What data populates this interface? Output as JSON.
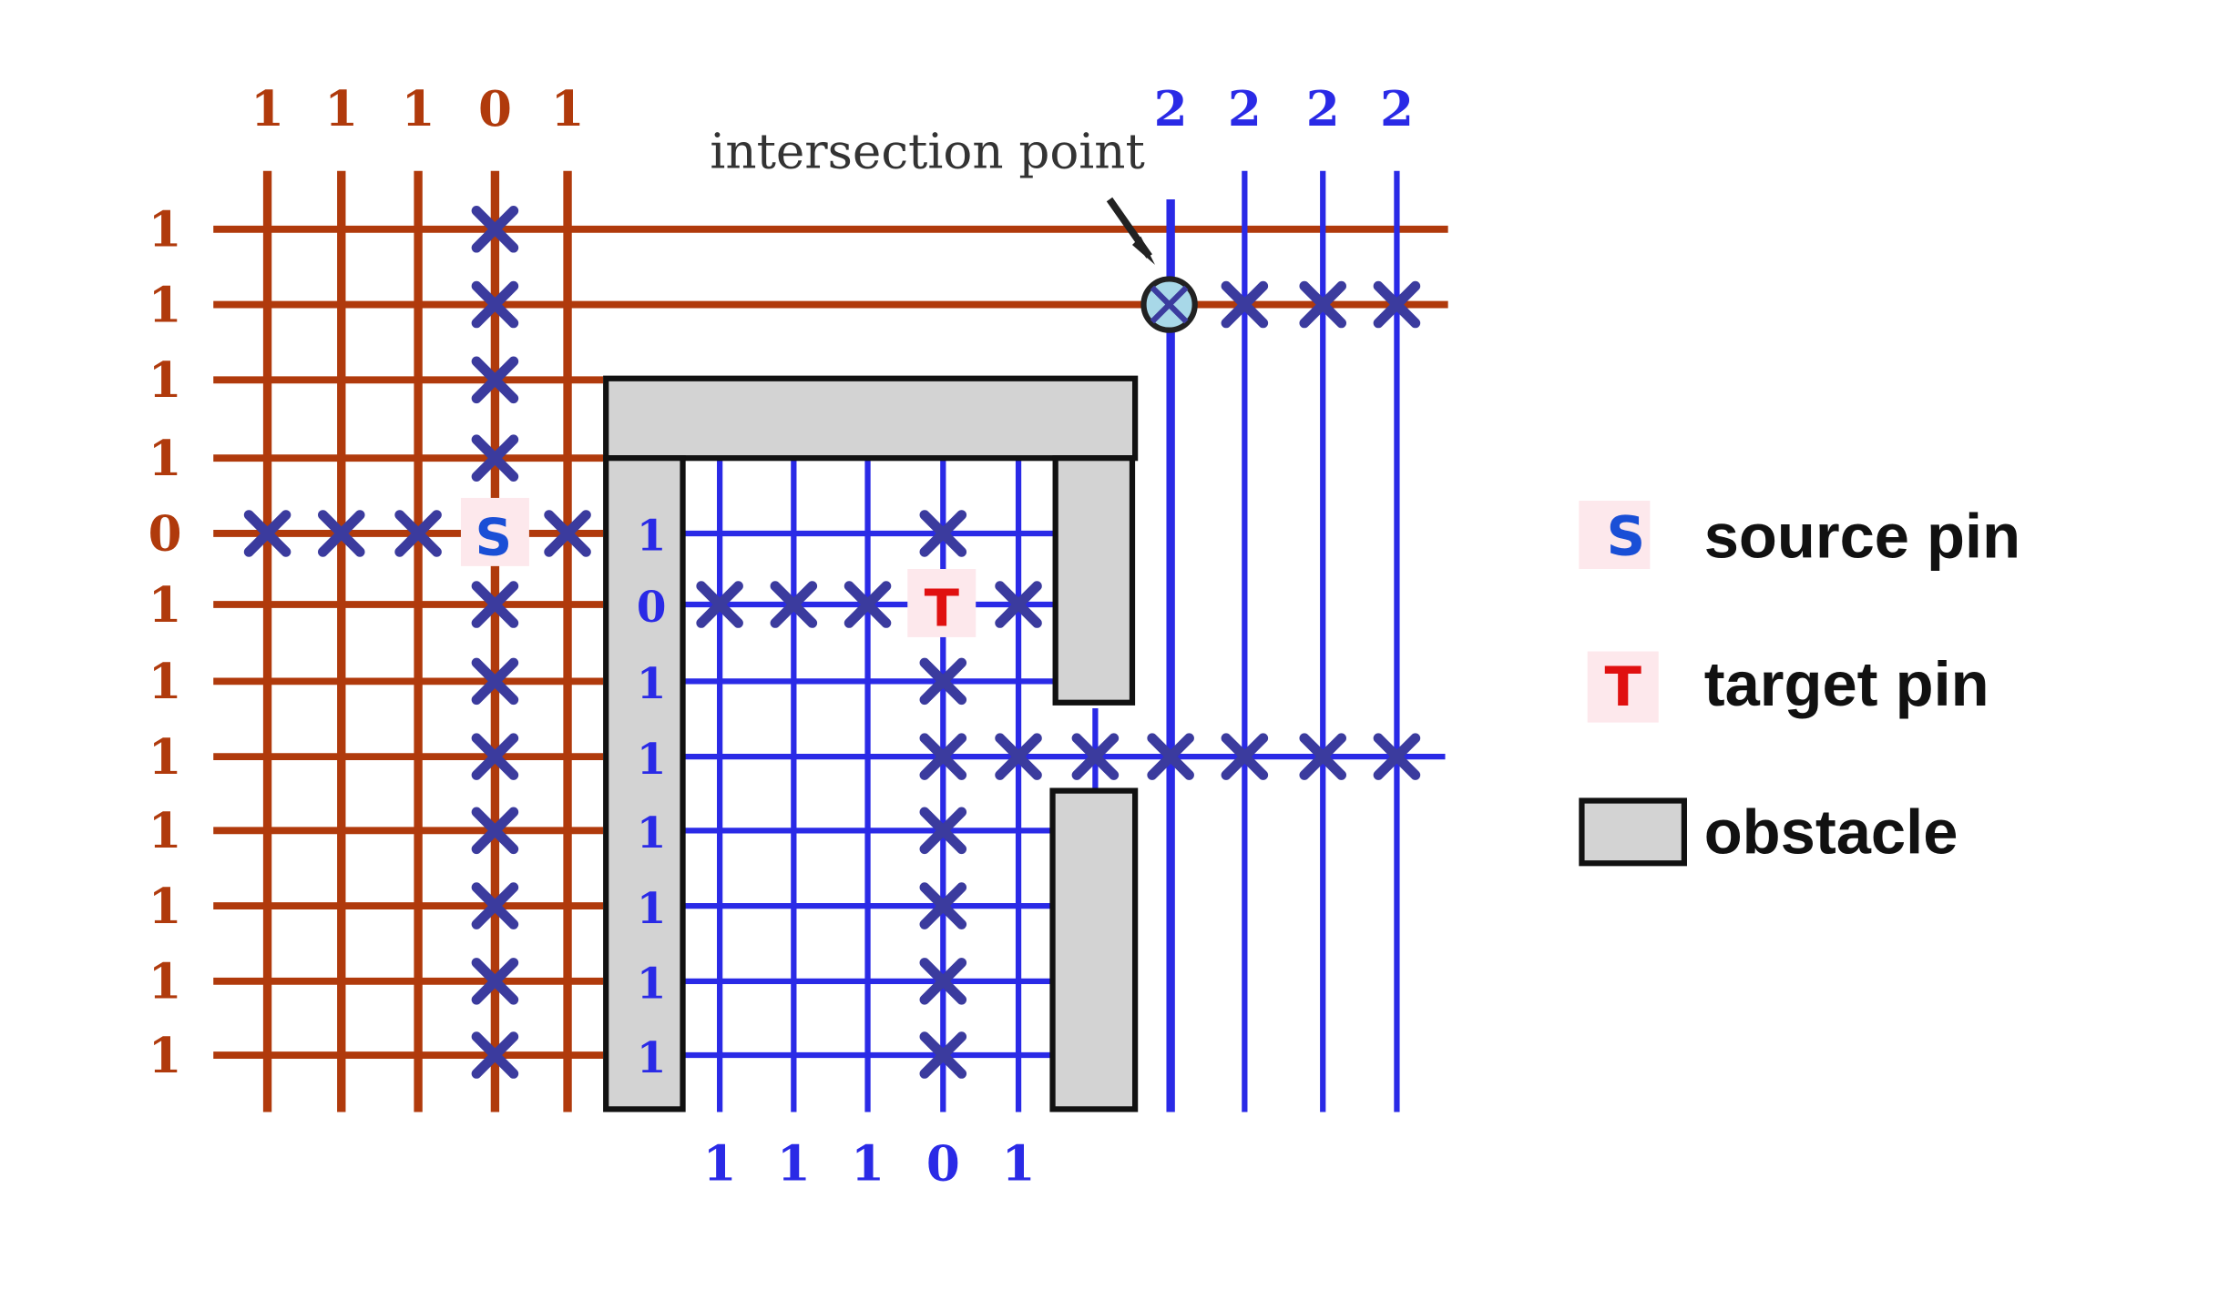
{
  "colors": {
    "layer_h": "#b03a0c",
    "layer_v": "#2a2ae6",
    "cross": "#3b3b9e",
    "obstacle_fill": "#d3d3d3",
    "obstacle_stroke": "#111111",
    "pin_bg": "#fde8ec",
    "source_pin": "#1a4fd6",
    "target_pin": "#e01010",
    "intersection_fill": "#a8d8e8"
  },
  "labels": {
    "orange_top": [
      "1",
      "1",
      "1",
      "0",
      "1"
    ],
    "blue_top": [
      "2",
      "2",
      "2",
      "2"
    ],
    "orange_left": [
      "1",
      "1",
      "1",
      "1",
      "0",
      "1",
      "1",
      "1",
      "1",
      "1",
      "1",
      "1"
    ],
    "blue_inner_left": [
      "1",
      "0",
      "1",
      "1",
      "1",
      "1",
      "1",
      "1"
    ],
    "blue_bottom": [
      "1",
      "1",
      "1",
      "0",
      "1"
    ]
  },
  "pins": {
    "source": "S",
    "target": "T"
  },
  "annotation": {
    "intersection": "intersection point"
  },
  "legend": {
    "source_symbol": "S",
    "source_label": "source pin",
    "target_symbol": "T",
    "target_label": "target pin",
    "obstacle_label": "obstacle"
  }
}
